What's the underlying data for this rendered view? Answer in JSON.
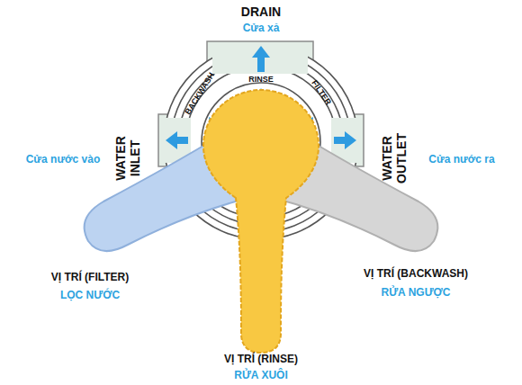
{
  "diagram": {
    "labels": [
      "DRAIN",
      "Cửa xả",
      "RINSE",
      "BACKWASH",
      "FILTER",
      "WATER INLET",
      "Cửa nước vào",
      "WATER OUTLET",
      "Cửa nước ra",
      "VỊ TRÍ (FILTER)",
      "LỌC NƯỚC",
      "VỊ TRÍ (BACKWASH)",
      "RỬA NGƯỢC",
      "VỊ TRÍ (RINSE)",
      "RỬA XUÔI"
    ]
  }
}
